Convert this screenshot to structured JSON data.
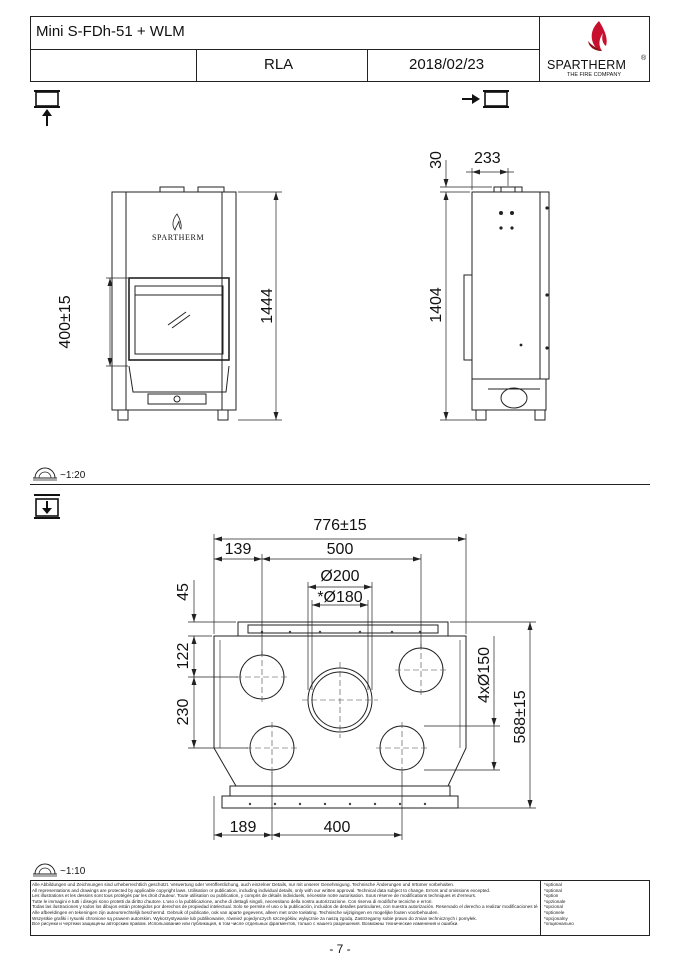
{
  "title_block": {
    "model": "Mini S-FDh-51 + WLM",
    "drawn_by": "RLA",
    "date": "2018/02/23",
    "brand": "SPARTHERM",
    "registered": "®",
    "tagline": "THE FIRE COMPANY"
  },
  "front_view": {
    "door_logo": "SPARTHERM",
    "dims": {
      "height_total": "1444",
      "door_height": "400±15"
    }
  },
  "side_view": {
    "dims": {
      "top_offset": "30",
      "flue_offset": "233",
      "height_body": "1404"
    }
  },
  "upper_scale": "~1:20",
  "top_view": {
    "dims": {
      "width_total": "776±15",
      "left_offset": "139",
      "span": "500",
      "main_flue": "Ø200",
      "main_flue_opt": "*Ø180",
      "top_margin": "45",
      "upper_row": "122",
      "lower_row": "230",
      "side_outlets": "4xØ150",
      "depth_total": "588±15",
      "bottom_left": "189",
      "bottom_span": "400"
    }
  },
  "lower_scale": "~1:10",
  "footer": {
    "legal_lines": [
      "Alle Abbildungen und Zeichnungen sind urheberrechtlich geschützt. Verwertung oder Veröffentlichung, auch einzelner Details, nur mit unserer Genehmigung. Technische Änderungen und Irrtümer vorbehalten.",
      "All representations and drawings are protected by applicable copyright laws. Utilisation or publication, including individual details, only with our written approval. Technical data subject to change. Errors and omissions excepted.",
      "Les illustrations et les dessins sont tous protégés par les droit d'auteur. Toute utilisation ou publication, y compris de détails individuels, nécessite notre autorisation. Sous réserve de modifications techniques et d'erreurs.",
      "Tutte le immagini e tutti i disegni sono protetti da diritto d'autore. L'uso o la pubblicazione, anche di dettagli singoli, necessitano della nostra autorizzazione. Con riserva di modifiche tecniche e errori.",
      "Todas las ilustraciones y todos los dibujos están protegidos por derechos de propiedad intelectual. Solo se permite el uso o la publicación, incluidos de detalles particulares, con nuestra autorización. Reservado el derecho a realizar modificaciones técnicas y correcciones de errores.",
      "Alle afbeeldingen en tekeningen zijn auteursrechtelijk beschermd. Gebruik of publicatie, ook van aparte gegevens, alleen met onze toelating. Technische wijzigingen en mogelijke fouten voorbehouden.",
      "Wszystkie grafiki i rysunki chronione są prawem autorskim. Wykorzystywanie lub publikowanie, również pojedynczych szczegółów, wyłącznie za naszą zgodą. Zastrzegamy sobie prawo do zmian technicznych i pomyłek.",
      "Все рисунки и чертежи защищены авторским правом. Использование или публикация, в том числе отдельных фрагментов, только с нашего разрешения. Возможны технические изменения и ошибки."
    ],
    "optional_lines": [
      "*optional",
      "*optional",
      "*option",
      "*opzionale",
      "*opcional",
      "*optionele",
      "*opcjonalny",
      "*опциональнo"
    ]
  },
  "page_number": "- 7 -",
  "colors": {
    "ink": "#111111",
    "flame_red": "#c8102e",
    "dark_red": "#8a0f14"
  }
}
